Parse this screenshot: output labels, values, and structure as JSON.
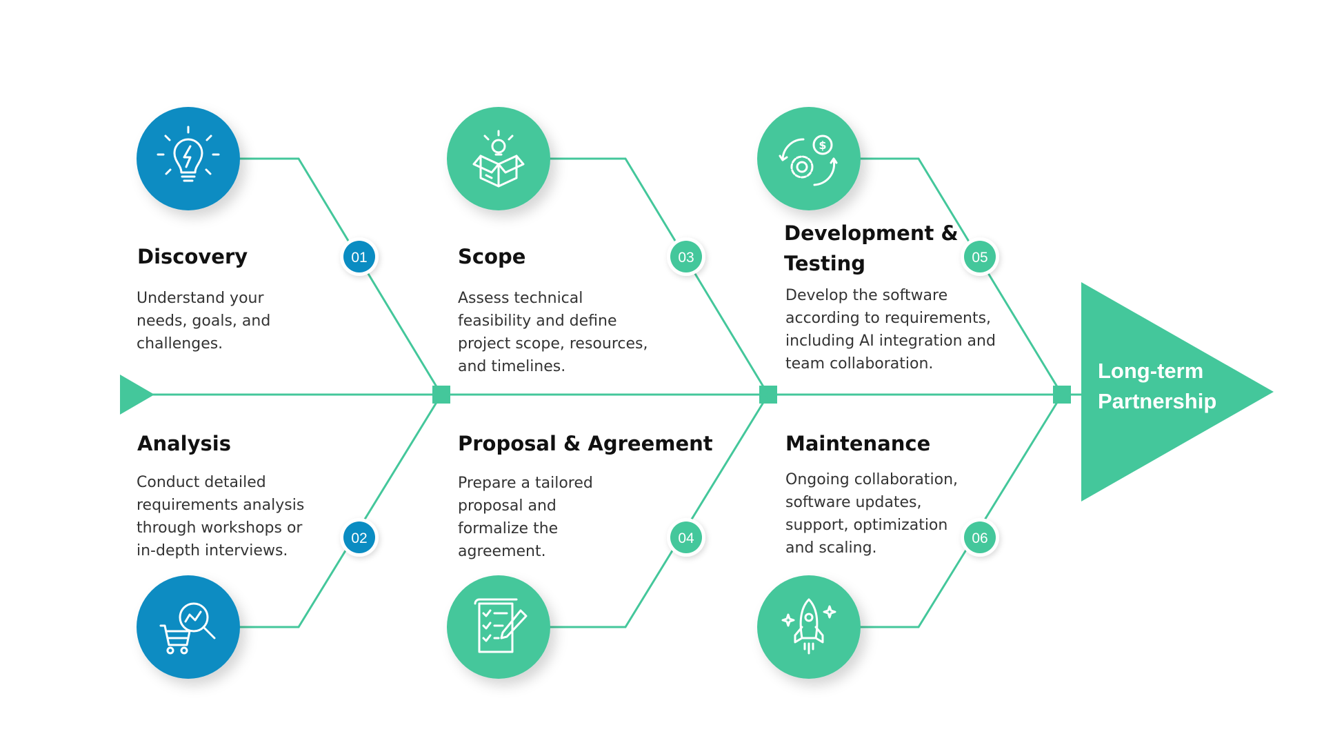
{
  "colors": {
    "blue": "#0A8CC2",
    "green": "#44C79B",
    "text": "#111111",
    "muted": "#333333",
    "white": "#ffffff"
  },
  "end_label": "Long-term\nPartnership",
  "steps": [
    {
      "num": "01",
      "title": "Discovery",
      "desc": "Understand your\nneeds, goals, and\nchallenges.",
      "icon": "lightbulb-icon",
      "color": "blue"
    },
    {
      "num": "02",
      "title": "Analysis",
      "desc": "Conduct detailed\nrequirements analysis\nthrough workshops or\nin-depth interviews.",
      "icon": "cart-analytics-icon",
      "color": "blue"
    },
    {
      "num": "03",
      "title": "Scope",
      "desc": "Assess technical\nfeasibility and define\nproject scope, resources,\nand timelines.",
      "icon": "idea-box-icon",
      "color": "green"
    },
    {
      "num": "04",
      "title": "Proposal & Agreement",
      "desc": "Prepare a tailored\nproposal and\nformalize the\nagreement.",
      "icon": "checklist-contract-icon",
      "color": "green"
    },
    {
      "num": "05",
      "title": "Development &\nTesting",
      "desc": "Develop the software\naccording to requirements,\nincluding AI integration and\nteam collaboration.",
      "icon": "gear-dollar-icon",
      "color": "green"
    },
    {
      "num": "06",
      "title": "Maintenance",
      "desc": "Ongoing collaboration,\nsoftware updates,\nsupport, optimization\nand scaling.",
      "icon": "rocket-icon",
      "color": "green"
    }
  ]
}
